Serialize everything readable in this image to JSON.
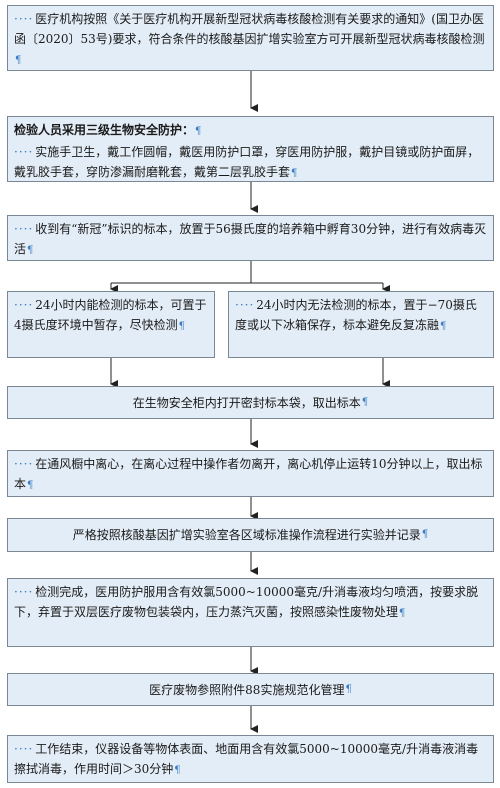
{
  "nodes": {
    "b1": "医疗机构按照《关于医疗机构开展新型冠状病毒核酸检测有关要求的通知》(国卫办医函〔2020〕53号)要求，符合条件的核酸基因扩增实验室方可开展新型冠状病毒核酸检测",
    "b2_title": "检验人员采用三级生物安全防护：",
    "b2_body": "实施手卫生，戴工作圆帽，戴医用防护口罩，穿医用防护服，戴护目镜或防护面屏，戴乳胶手套，穿防渗漏耐磨靴套，戴第二层乳胶手套",
    "b3": "收到有“新冠”标识的标本，放置于56摄氏度的培养箱中孵育30分钟，进行有效病毒灭活",
    "b4": "24小时内能检测的标本，可置于4摄氏度环境中暂存，尽快检测",
    "b5": "24小时内无法检测的标本，置于−70摄氏度或以下冰箱保存，标本避免反复冻融",
    "b6": "在生物安全柜内打开密封标本袋，取出标本",
    "b7": "在通风橱中离心，在离心过程中操作者勿离开，离心机停止运转10分钟以上，取出标本",
    "b8": "严格按照核酸基因扩增实验室各区域标准操作流程进行实验并记录",
    "b9": "检测完成，医用防护服用含有效氯5000~10000毫克/升消毒液均匀喷洒，按要求脱下，弃置于双层医疗废物包装袋内，压力蒸汽灭菌，按照感染性废物处理",
    "b10": "医疗废物参照附件88实施规范化管理",
    "b11": "工作结束，仪器设备等物体表面、地面用含有效氯5000~10000毫克/升消毒液消毒擦拭消毒，作用时间＞30分钟"
  },
  "colors": {
    "box_fill": "#e3edf7",
    "box_border": "#7a8896",
    "dots": "#3a7cc2",
    "arrow": "#222222"
  }
}
